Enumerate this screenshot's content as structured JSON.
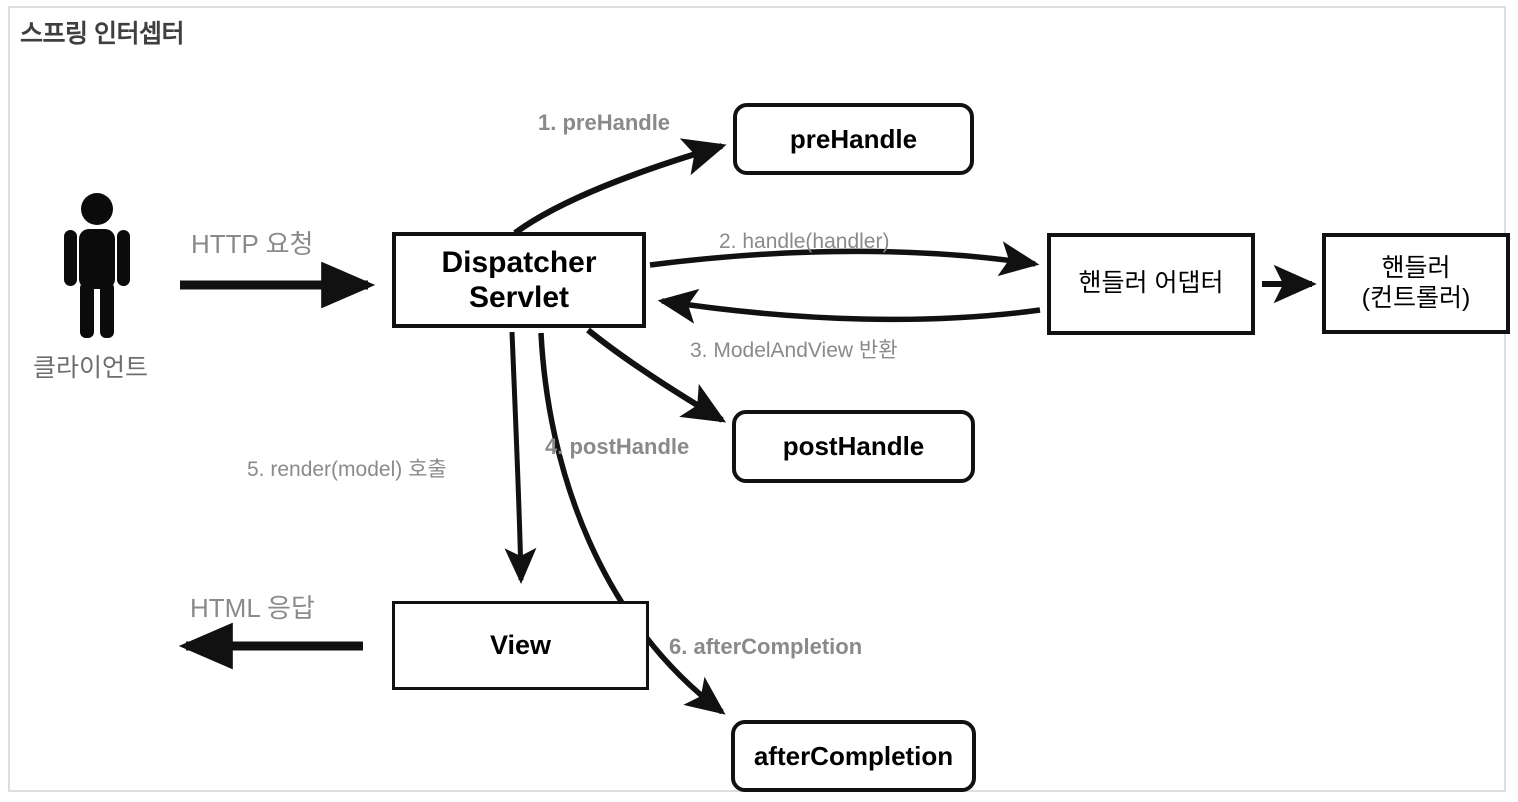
{
  "diagram": {
    "title": "스프링 인터셉터",
    "frame_border_color": "#dedede",
    "accent_color": "#000000",
    "label_color": "#8a8a8a",
    "actor": {
      "icon": "person-icon",
      "label": "클라이언트"
    },
    "nodes": [
      {
        "id": "prehandle",
        "label": "preHandle",
        "shape": "rounded"
      },
      {
        "id": "dispatcher",
        "label": "Dispatcher\nServlet",
        "shape": "rect"
      },
      {
        "id": "handler_adapter",
        "label": "핸들러 어댑터",
        "shape": "rect"
      },
      {
        "id": "handler",
        "label": "핸들러\n(컨트롤러)",
        "shape": "rect"
      },
      {
        "id": "posthandle",
        "label": "postHandle",
        "shape": "rounded"
      },
      {
        "id": "view",
        "label": "View",
        "shape": "rect"
      },
      {
        "id": "aftercompletion",
        "label": "afterCompletion",
        "shape": "rounded"
      }
    ],
    "edges": [
      {
        "id": "e_http_req",
        "label": "HTTP 요청",
        "weight": "normal",
        "from": "client",
        "to": "dispatcher"
      },
      {
        "id": "e1",
        "label": "1. preHandle",
        "weight": "bold",
        "from": "dispatcher",
        "to": "prehandle"
      },
      {
        "id": "e2",
        "label": "2. handle(handler)",
        "weight": "normal",
        "from": "dispatcher",
        "to": "handler_adapter"
      },
      {
        "id": "e3",
        "label": "3. ModelAndView 반환",
        "weight": "normal",
        "from": "handler_adapter",
        "to": "dispatcher"
      },
      {
        "id": "e4",
        "label": "4. postHandle",
        "weight": "bold",
        "from": "dispatcher",
        "to": "posthandle"
      },
      {
        "id": "e5",
        "label": "5. render(model) 호출",
        "weight": "normal",
        "from": "dispatcher",
        "to": "view"
      },
      {
        "id": "e6",
        "label": "6. afterCompletion",
        "weight": "bold",
        "from": "dispatcher",
        "to": "aftercompletion"
      },
      {
        "id": "e_http_resp",
        "label": "HTML 응답",
        "weight": "normal",
        "from": "view",
        "to": "client"
      },
      {
        "id": "e_adapter_handler",
        "label": "",
        "weight": "normal",
        "from": "handler_adapter",
        "to": "handler"
      }
    ]
  }
}
